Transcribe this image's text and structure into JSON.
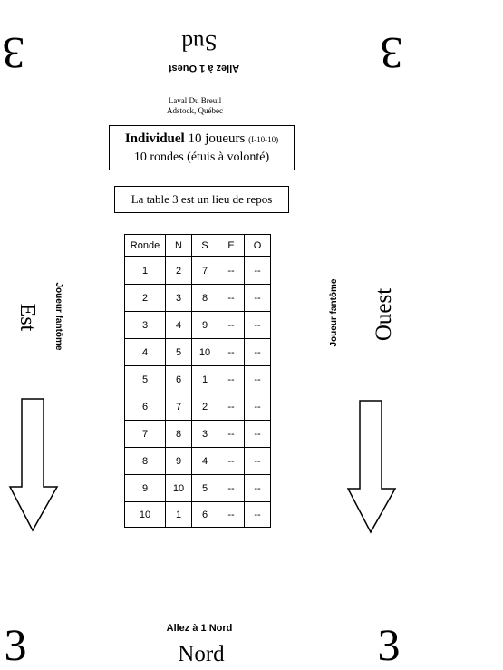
{
  "top": {
    "table_number_left": "3",
    "table_number_right": "3",
    "direction": "Sud",
    "move_instruction": "Allez à 1 Ouest"
  },
  "organizer": {
    "name": "Laval Du Breuil",
    "location": "Adstock, Québec"
  },
  "event": {
    "type_label": "Individuel",
    "players": "10 joueurs",
    "code": "(I-10-10)",
    "rounds_line": "10 rondes (étuis à volonté)"
  },
  "rest_notice": "La table 3 est un lieu de repos",
  "left_side": {
    "direction": "Est",
    "ghost_label": "Joueur fantôme"
  },
  "right_side": {
    "direction": "Ouest",
    "ghost_label": "Joueur fantôme"
  },
  "schedule": {
    "headers": [
      "Ronde",
      "N",
      "S",
      "E",
      "O"
    ],
    "rows": [
      [
        "1",
        "2",
        "7",
        "--",
        "--"
      ],
      [
        "2",
        "3",
        "8",
        "--",
        "--"
      ],
      [
        "3",
        "4",
        "9",
        "--",
        "--"
      ],
      [
        "4",
        "5",
        "10",
        "--",
        "--"
      ],
      [
        "5",
        "6",
        "1",
        "--",
        "--"
      ],
      [
        "6",
        "7",
        "2",
        "--",
        "--"
      ],
      [
        "7",
        "8",
        "3",
        "--",
        "--"
      ],
      [
        "8",
        "9",
        "4",
        "--",
        "--"
      ],
      [
        "9",
        "10",
        "5",
        "--",
        "--"
      ],
      [
        "10",
        "1",
        "6",
        "--",
        "--"
      ]
    ]
  },
  "bottom": {
    "table_number_left": "3",
    "table_number_right": "3",
    "direction": "Nord",
    "move_instruction": "Allez à 1 Nord"
  }
}
